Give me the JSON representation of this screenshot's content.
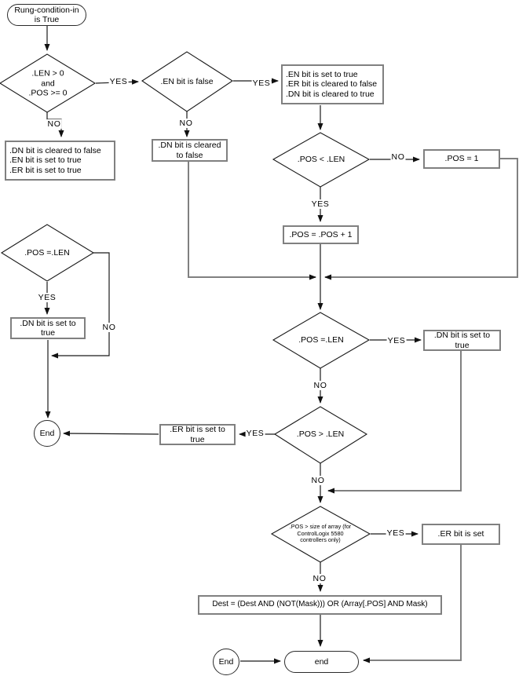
{
  "labels": {
    "yes": "YES",
    "no": "NO"
  },
  "colors": {
    "background": "#ffffff",
    "line_black": "#1a1a1a",
    "connector_gray": "#808080",
    "box_border": "#808080"
  },
  "nodes": {
    "start": {
      "type": "terminator",
      "lines": [
        "Rung-condition-in",
        "is True"
      ]
    },
    "check_len_pos": {
      "type": "decision",
      "lines": [
        ".LEN > 0",
        "and",
        ".POS >= 0"
      ]
    },
    "check_en_false": {
      "type": "decision",
      "label": ".EN bit is false"
    },
    "set_en_clear_er_dn": {
      "type": "process",
      "lines": [
        ".EN bit is set to true",
        ".ER bit is cleared to false",
        ".DN bit is cleared to true"
      ]
    },
    "clear_dn": {
      "type": "process",
      "lines": [
        ".DN bit is cleared",
        "to false"
      ]
    },
    "fault_set": {
      "type": "process",
      "lines": [
        ".DN bit is cleared to false",
        ".EN bit is set to true",
        ".ER bit is set to true"
      ]
    },
    "check_pos_lt_len": {
      "type": "decision",
      "label": ".POS < .LEN"
    },
    "pos_eq_1": {
      "type": "process",
      "label": ".POS = 1"
    },
    "pos_increment": {
      "type": "process",
      "label": ".POS = .POS + 1"
    },
    "check_pos_eq_len_left": {
      "type": "decision",
      "label": ".POS =.LEN"
    },
    "set_dn_left": {
      "type": "process",
      "lines": [
        ".DN bit is set to",
        "true"
      ]
    },
    "end_left": {
      "type": "terminator",
      "label": "End"
    },
    "check_pos_eq_len": {
      "type": "decision",
      "label": ".POS =.LEN"
    },
    "set_dn_right": {
      "type": "process",
      "lines": [
        ".DN bit is set to",
        "true"
      ]
    },
    "check_pos_gt_len": {
      "type": "decision",
      "label": ".POS > .LEN"
    },
    "set_er_true": {
      "type": "process",
      "lines": [
        ".ER bit is set to",
        "true"
      ]
    },
    "check_pos_gt_array": {
      "type": "decision",
      "lines": [
        ".POS > size of array  (for",
        "ControlLogix 5580",
        "controllers only)"
      ]
    },
    "set_er": {
      "type": "process",
      "label": ".ER bit is set"
    },
    "dest_assign": {
      "type": "process",
      "label": "Dest = (Dest AND (NOT(Mask))) OR (Array[.POS] AND Mask)"
    },
    "end_bottom": {
      "type": "terminator",
      "label": "End"
    },
    "end_main": {
      "type": "terminator",
      "label": "end"
    }
  }
}
